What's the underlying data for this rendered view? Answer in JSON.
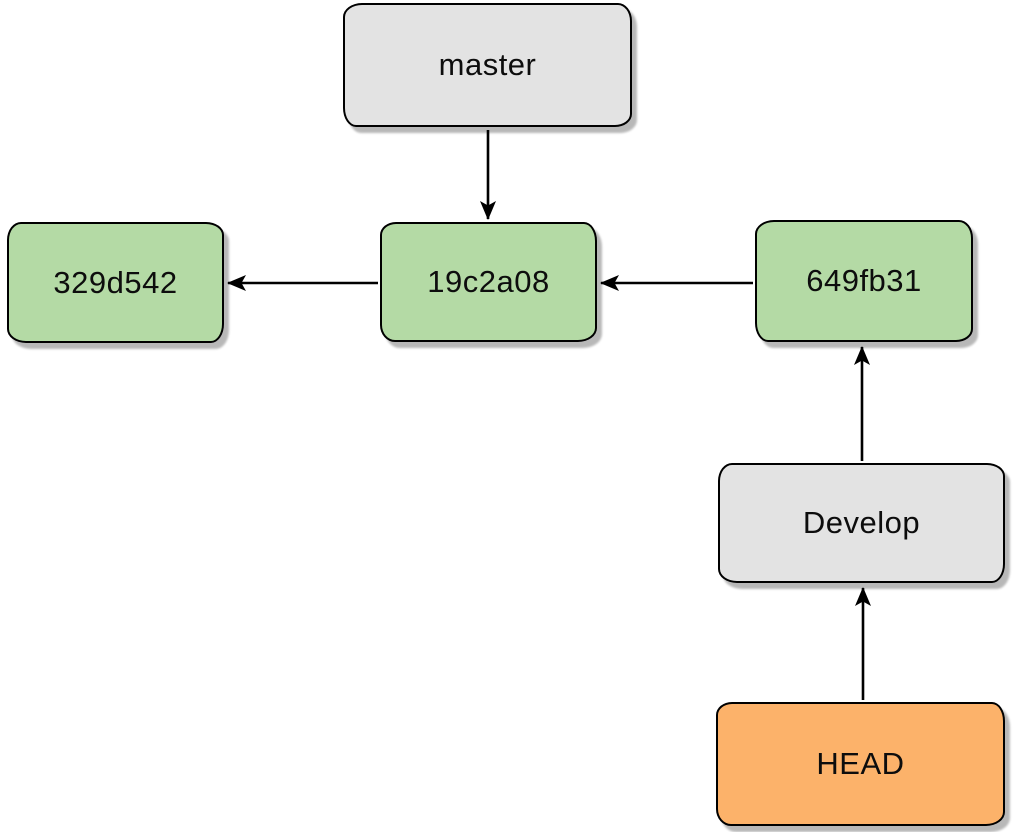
{
  "diagram": {
    "type": "git-commit-graph",
    "background": "#ffffff",
    "nodes": [
      {
        "id": "master",
        "label": "master",
        "kind": "branch-label",
        "fill": "#e3e3e3"
      },
      {
        "id": "329d542",
        "label": "329d542",
        "kind": "commit",
        "fill": "#b4daa5"
      },
      {
        "id": "19c2a08",
        "label": "19c2a08",
        "kind": "commit",
        "fill": "#b4daa5"
      },
      {
        "id": "649fb31",
        "label": "649fb31",
        "kind": "commit",
        "fill": "#b4daa5"
      },
      {
        "id": "develop",
        "label": "Develop",
        "kind": "branch-label",
        "fill": "#e3e3e3"
      },
      {
        "id": "head",
        "label": "HEAD",
        "kind": "head-pointer",
        "fill": "#fcb26a"
      }
    ],
    "edges": [
      {
        "from": "master",
        "to": "19c2a08",
        "direction": "down"
      },
      {
        "from": "19c2a08",
        "to": "329d542",
        "direction": "left"
      },
      {
        "from": "649fb31",
        "to": "19c2a08",
        "direction": "left"
      },
      {
        "from": "develop",
        "to": "649fb31",
        "direction": "up"
      },
      {
        "from": "head",
        "to": "develop",
        "direction": "up"
      }
    ],
    "colors": {
      "commit_fill": "#b4daa5",
      "branch_fill": "#e3e3e3",
      "head_fill": "#fcb26a",
      "stroke": "#000000",
      "shadow": "rgba(0,0,0,0.28)"
    }
  }
}
